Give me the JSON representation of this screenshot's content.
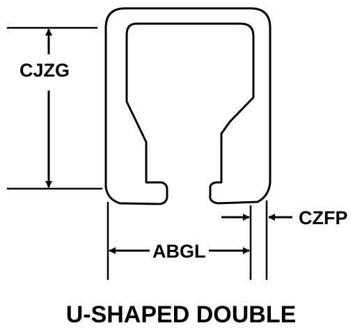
{
  "diagram": {
    "labels": {
      "height": "CJZG",
      "width": "ABGL",
      "thickness": "CZFP"
    },
    "caption": "U-SHAPED DOUBLE",
    "colors": {
      "ink": "#000000",
      "background": "#ffffff"
    }
  }
}
